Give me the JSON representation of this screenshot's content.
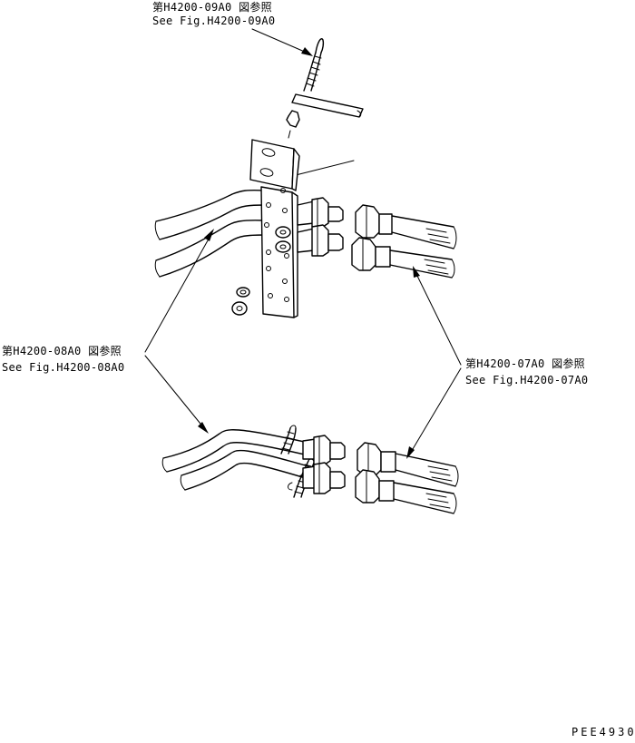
{
  "callouts": {
    "top": {
      "jp": "第H4200-09A0 図参照",
      "en": "See Fig.H4200-09A0"
    },
    "left": {
      "jp": "第H4200-08A0 図参照",
      "en": "See Fig.H4200-08A0"
    },
    "right": {
      "jp": "第H4200-07A0 図参照",
      "en": "See Fig.H4200-07A0"
    }
  },
  "drawing_code": "PEE4930"
}
